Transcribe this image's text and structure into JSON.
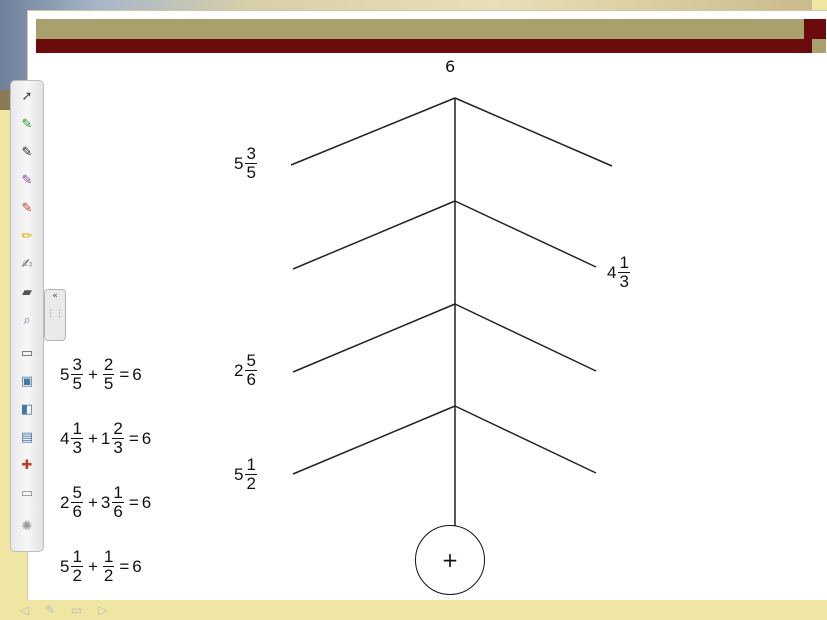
{
  "slide": {
    "top_value": "6",
    "plus_button": "+"
  },
  "branch_labels": [
    {
      "whole": "5",
      "num": "3",
      "den": "5"
    },
    {
      "whole": "4",
      "num": "1",
      "den": "3"
    },
    {
      "whole": "2",
      "num": "5",
      "den": "6"
    },
    {
      "whole": "5",
      "num": "1",
      "den": "2"
    }
  ],
  "equations": [
    {
      "a_whole": "5",
      "a_num": "3",
      "a_den": "5",
      "op": "+",
      "b_whole": "",
      "b_num": "2",
      "b_den": "5",
      "eq": "=",
      "result": "6"
    },
    {
      "a_whole": "4",
      "a_num": "1",
      "a_den": "3",
      "op": "+",
      "b_whole": "1",
      "b_num": "2",
      "b_den": "3",
      "eq": "=",
      "result": "6"
    },
    {
      "a_whole": "2",
      "a_num": "5",
      "a_den": "6",
      "op": "+",
      "b_whole": "3",
      "b_num": "1",
      "b_den": "6",
      "eq": "=",
      "result": "6"
    },
    {
      "a_whole": "5",
      "a_num": "1",
      "a_den": "2",
      "op": "+",
      "b_whole": "",
      "b_num": "1",
      "b_den": "2",
      "eq": "=",
      "result": "6"
    }
  ],
  "toolbar": {
    "tools": [
      "select-icon",
      "pen-green-icon",
      "pen-black-icon",
      "pen-purple-icon",
      "pen-red-icon",
      "highlighter-icon",
      "creative-pen-icon",
      "eraser-icon",
      "magnifier-icon",
      "ruler-icon",
      "screen-shade-icon",
      "spotlight-icon",
      "screen-capture-icon",
      "more-tools-icon",
      "whiteboard-icon",
      "settings-icon"
    ],
    "handle_arrows": "«"
  },
  "colors": {
    "title_olive": "#a8a16e",
    "title_maroon": "#6b0b0b",
    "frame": "#efe6a4"
  }
}
